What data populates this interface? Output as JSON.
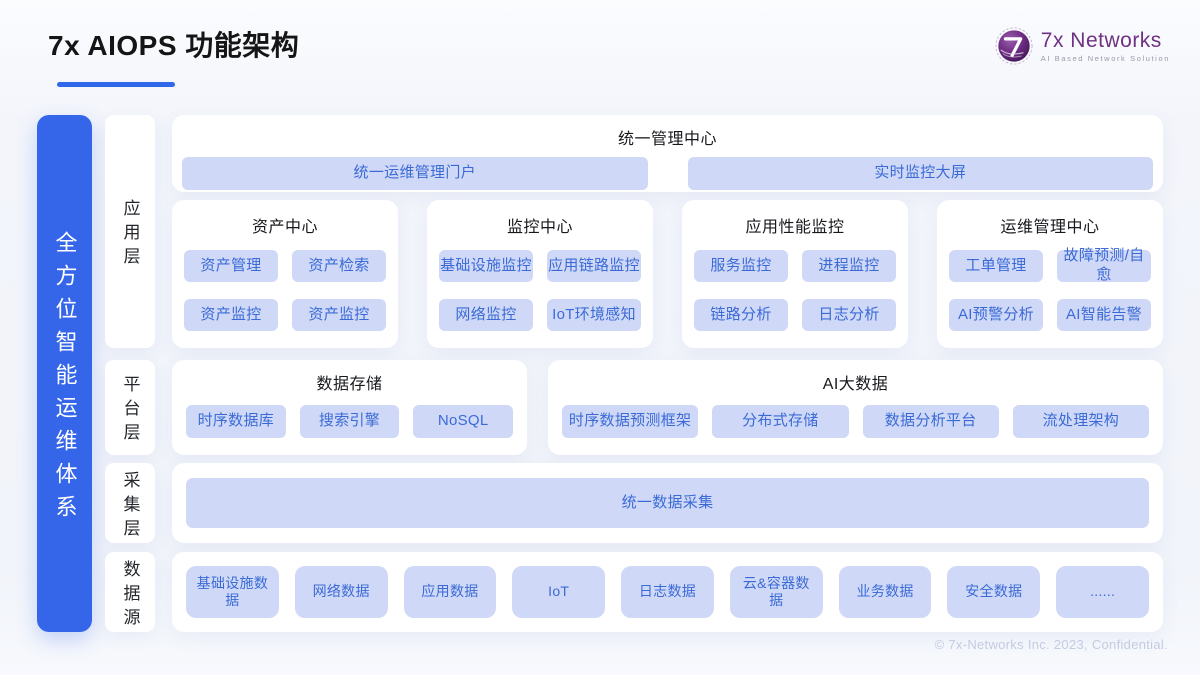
{
  "page": {
    "title": "7x AIOPS 功能架构",
    "footer": "© 7x-Networks Inc. 2023, Confidential."
  },
  "logo": {
    "name": "7x Networks",
    "tagline": "AI Based Network Solution",
    "icon": "globe-7-icon"
  },
  "side": {
    "banner": "全方位智能运维体系",
    "layers": [
      {
        "label": "应用层"
      },
      {
        "label": "平台层"
      },
      {
        "label": "采集层"
      },
      {
        "label": "数据源"
      }
    ]
  },
  "rows": {
    "management": {
      "title": "统一管理中心",
      "buttons": [
        "统一运维管理门户",
        "实时监控大屏"
      ]
    },
    "app_cards": [
      {
        "title": "资产中心",
        "buttons": [
          "资产管理",
          "资产检索",
          "资产监控",
          "资产监控"
        ]
      },
      {
        "title": "监控中心",
        "buttons": [
          "基础设施监控",
          "应用链路监控",
          "网络监控",
          "IoT环境感知"
        ]
      },
      {
        "title": "应用性能监控",
        "buttons": [
          "服务监控",
          "进程监控",
          "链路分析",
          "日志分析"
        ]
      },
      {
        "title": "运维管理中心",
        "buttons": [
          "工单管理",
          "故障预测/自愈",
          "AI预警分析",
          "AI智能告警"
        ]
      }
    ],
    "platform_cards": [
      {
        "title": "数据存储",
        "buttons": [
          "时序数据库",
          "搜索引擎",
          "NoSQL"
        ]
      },
      {
        "title": "AI大数据",
        "buttons": [
          "时序数据预测框架",
          "分布式存储",
          "数据分析平台",
          "流处理架构"
        ]
      }
    ],
    "collection": {
      "button": "统一数据采集"
    },
    "sources": [
      "基础设施数据",
      "网络数据",
      "应用数据",
      "IoT",
      "日志数据",
      "云&容器数据",
      "业务数据",
      "安全数据",
      "......"
    ]
  },
  "colors": {
    "accent_blue": "#3566e9",
    "chip_bg": "#cfd9f7",
    "chip_text": "#3b6ad6",
    "logo_purple": "#6e3184",
    "card_bg": "#ffffff"
  }
}
